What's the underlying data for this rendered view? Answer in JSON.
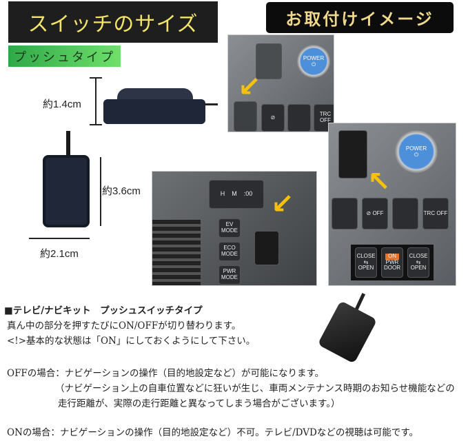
{
  "header": {
    "size_title": "スイッチのサイズ",
    "install_title": "お取付けイメージ",
    "type_label": "プッシュタイプ"
  },
  "dimensions": {
    "height": "約1.4cm",
    "length": "約3.6cm",
    "width": "約2.1cm"
  },
  "photos": {
    "power": "POWER",
    "trc": "TRC OFF",
    "ev": "EV MODE",
    "eco": "ECO MODE",
    "pwr": "PWR MODE",
    "clock_h": "H",
    "clock_m": "M",
    "clock_00": ":00",
    "close": "CLOSE",
    "open": "OPEN",
    "on": "ON",
    "pwr_door": "PWR DOOR"
  },
  "description": {
    "heading": "■テレビ/ナビキット　プッシュスイッチタイプ",
    "line1": "真ん中の部分を押すたびにON/OFFが切り替わります。",
    "line2": "<!>基本的な状態は「ON」にしておくようにして下さい。",
    "off_case": "OFFの場合：ナビゲーションの操作（目的地設定など）が可能になります。",
    "off_note1": "（ナビゲーション上の自車位置などに狂いが生じ、車両メンテナンス時期のお知らせ機能などの",
    "off_note2": "走行距離が、実際の走行距離と異なってしまう場合がございます。）",
    "on_case": "ONの場合：ナビゲーションの操作（目的地設定など）不可。テレビ/DVDなどの視聴は可能です。"
  }
}
